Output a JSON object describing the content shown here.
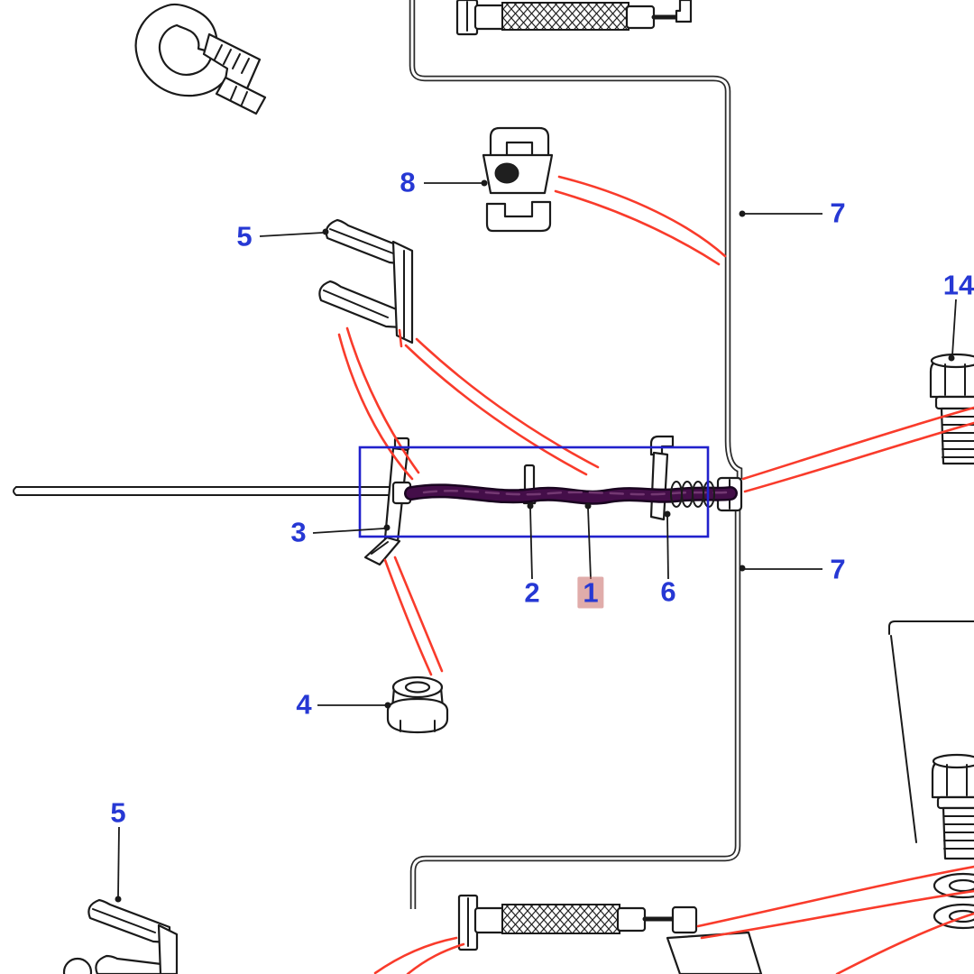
{
  "diagram": {
    "kind": "exploded-parts-diagram",
    "background": "#ffffff",
    "selected_callout": "1",
    "colors": {
      "label": "#2638d4",
      "leader": "#f93b2b",
      "selection_box": "#2121cc",
      "hose_highlight": "#440e49",
      "selected_label_bg": "rgba(198,104,100,0.55)"
    },
    "callouts": [
      {
        "key": "callout-8",
        "label": "8"
      },
      {
        "key": "callout-7-upper",
        "label": "7"
      },
      {
        "key": "callout-5-upper",
        "label": "5"
      },
      {
        "key": "callout-14",
        "label": "14"
      },
      {
        "key": "callout-3",
        "label": "3"
      },
      {
        "key": "callout-2",
        "label": "2"
      },
      {
        "key": "callout-1",
        "label": "1",
        "selected": true
      },
      {
        "key": "callout-6",
        "label": "6"
      },
      {
        "key": "callout-7-lower",
        "label": "7"
      },
      {
        "key": "callout-4",
        "label": "4"
      },
      {
        "key": "callout-5-lower",
        "label": "5"
      }
    ]
  }
}
